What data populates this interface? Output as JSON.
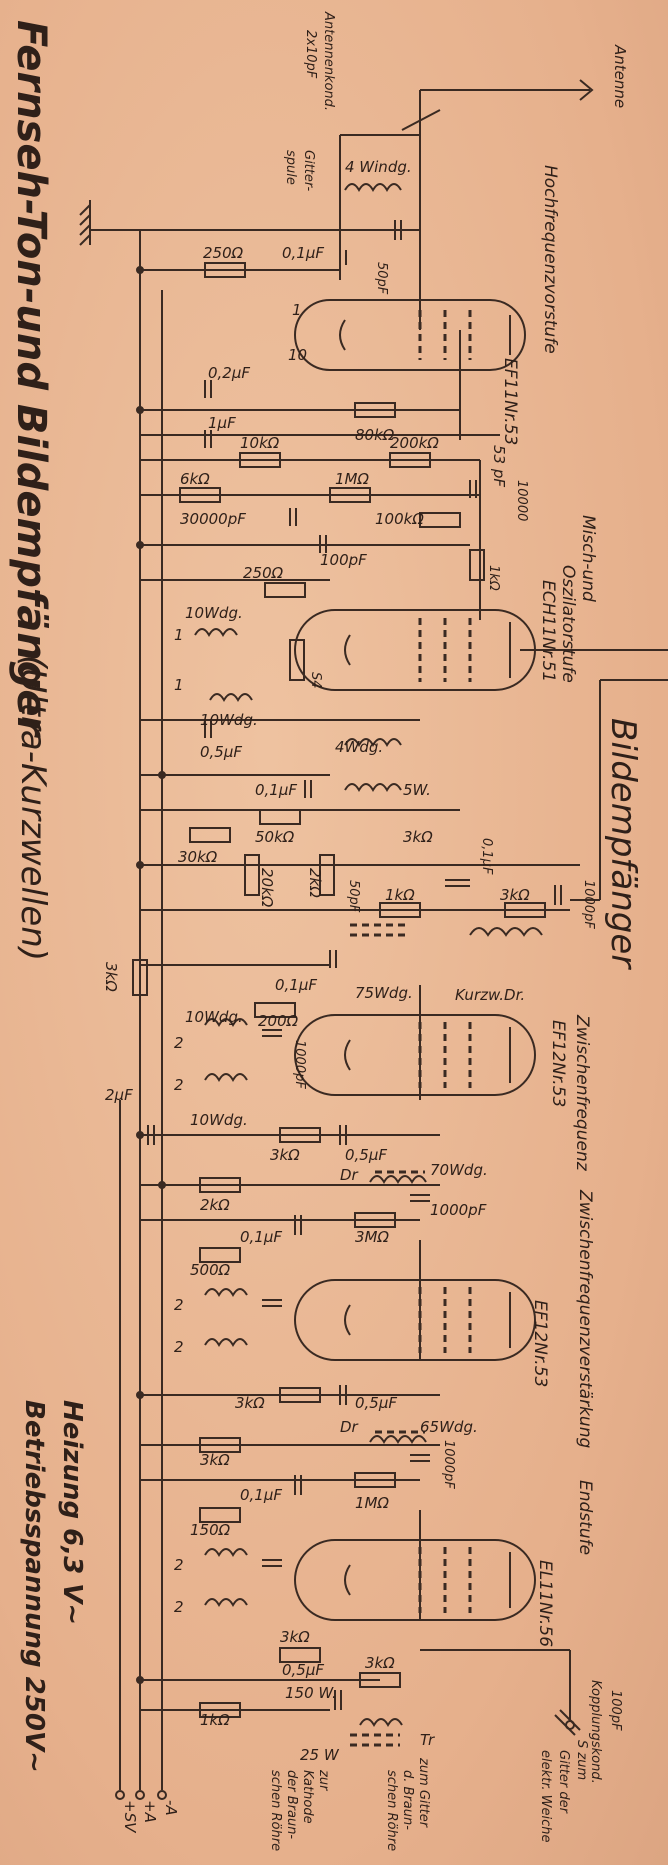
{
  "title": "Fernseh-Ton-und Bildempfänger",
  "title_suffix": "(Ultra-Kurzwellen)",
  "section_label": "Bildempfänger",
  "footer": {
    "heating": "Heizung 6,3 V~",
    "supply": "Betriebsspannung 250V~"
  },
  "stages": {
    "hf": "Hochfrequenzvorstufe",
    "hf_tube": "EF11Nr.53",
    "mix_1": "Misch-und",
    "mix_2": "Oszilatorstufe",
    "mix_tube": "ECH11Nr.51",
    "if_1": "Zwischenfrequenz",
    "if_tube1": "EF12Nr.53",
    "if_2": "Zwischenfrequenzverstärkung",
    "if_tube2": "EF12Nr.53",
    "end": "Endstufe",
    "end_tube": "EL11Nr.56"
  },
  "top": {
    "antenna": "Antenne",
    "antenna_cond_1": "Antennenkond.",
    "antenna_cond_2": "2x10pF",
    "grid_coil_1": "Gitter-",
    "grid_coil_2": "spule",
    "windings": "4 Windg."
  },
  "components": {
    "r_250_a": "250Ω",
    "c_01_a": "0,1μF",
    "c_50pf_a": "50pF",
    "c_02": "0,2μF",
    "c_1uf": "1μF",
    "r_80k": "80kΩ",
    "r_10k": "10kΩ",
    "r_200k": "200kΩ",
    "c_53pf": "53 pF",
    "c_10000": "10000",
    "r_6k": "6kΩ",
    "r_1m_a": "1MΩ",
    "c_30000": "30000pF",
    "r_100k": "100kΩ",
    "c_100pf": "100pF",
    "r_1k_a": "1kΩ",
    "r_250_b": "250Ω",
    "w_10wdg_a": "10Wdg.",
    "w_10wdg_b": "10Wdg.",
    "c_05_a": "0,5μF",
    "w_4wdg": "4Wdg.",
    "c_01_b": "0,1μF",
    "w_5w": "5W.",
    "r_50k": "50kΩ",
    "r_30k": "30kΩ",
    "r_3k_a": "3kΩ",
    "r_20k": "20kΩ",
    "r_2k_a": "2kΩ",
    "c_50pf_b": "50pF",
    "r_1k_b": "1kΩ",
    "c_01_c": "0,1μF",
    "r_3k_b": "3kΩ",
    "c_1000pf_a": "1000pF",
    "r_3k_side": "3kΩ",
    "c_01_d": "0,1μF",
    "w_75wdg": "75Wdg.",
    "kurzw": "Kurzw.Dr.",
    "w_10wdg_c": "10Wdg.",
    "r_200": "200Ω",
    "c_1000pf_b": "1000pF",
    "w_10wdg_d": "10Wdg.",
    "c_2uf": "2μF",
    "r_3k_c": "3kΩ",
    "c_05_b": "0,5μF",
    "dr_70": "Dr",
    "w_70wdg": "70Wdg.",
    "r_2k_b": "2kΩ",
    "c_1000pf_c": "1000pF",
    "c_01_e": "0,1μF",
    "r_3m": "3MΩ",
    "r_500": "500Ω",
    "r_3k_d": "3kΩ",
    "c_05_c": "0,5μF",
    "dr_65": "Dr",
    "w_65wdg": "65Wdg.",
    "r_3k_e": "3kΩ",
    "c_1000pf_d": "1000pF",
    "c_01_f": "0,1μF",
    "r_1m_b": "1MΩ",
    "r_150": "150Ω",
    "r_3k_f": "3kΩ",
    "c_05_d": "0,5μF",
    "r_3k_g": "3kΩ",
    "w_150w": "150 W.",
    "r_1k_c": "1kΩ",
    "w_25w": "25 W",
    "tr": "Tr",
    "c_100pf_k": "100pF",
    "koppl": "Kopplungskond."
  },
  "pins": {
    "p1": "1",
    "p10": "10",
    "p1b": "1",
    "p1c": "1",
    "p2a": "2",
    "p2b": "2",
    "p2c": "2",
    "p2d": "2",
    "p2e": "2",
    "p2f": "2",
    "s4": "S4"
  },
  "outputs": {
    "kathode_1": "zur",
    "kathode_2": "Kathode",
    "kathode_3": "der Braun-",
    "kathode_4": "schen Röhre",
    "gitter_1": "zum Gitter",
    "gitter_2": "d. Braun-",
    "gitter_3": "schen Röhre",
    "weiche_1": "S zum",
    "weiche_2": "Gitter der",
    "weiche_3": "elektr. Weiche"
  },
  "terminals": {
    "minus_a": "-A",
    "plus_a": "+A",
    "plus_sv": "+SV"
  }
}
